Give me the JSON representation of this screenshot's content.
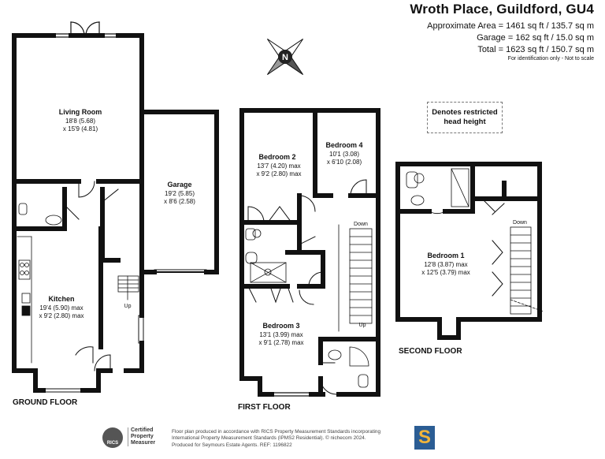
{
  "header": {
    "title": "Wroth Place, Guildford, GU4",
    "approx_area": "Approximate Area = 1461 sq ft / 135.7 sq m",
    "garage_area": "Garage = 162 sq ft / 15.0 sq m",
    "total_area": "Total = 1623 sq ft / 150.7 sq m",
    "note": "For identification only - Not to scale"
  },
  "compass": {
    "label": "N"
  },
  "restricted_legend": {
    "line1": "Denotes restricted",
    "line2": "head height"
  },
  "floors": {
    "ground": {
      "label": "GROUND FLOOR",
      "rooms": {
        "living": {
          "name": "Living Room",
          "dim1": "18'8 (5.68)",
          "dim2": "x 15'9 (4.81)"
        },
        "garage": {
          "name": "Garage",
          "dim1": "19'2 (5.85)",
          "dim2": "x 8'6 (2.58)"
        },
        "kitchen": {
          "name": "Kitchen",
          "dim1": "19'4 (5.90) max",
          "dim2": "x 9'2 (2.80) max"
        }
      },
      "stairs_label": "Up"
    },
    "first": {
      "label": "FIRST FLOOR",
      "rooms": {
        "bed2": {
          "name": "Bedroom 2",
          "dim1": "13'7 (4.20) max",
          "dim2": "x 9'2 (2.80) max"
        },
        "bed4": {
          "name": "Bedroom 4",
          "dim1": "10'1 (3.08)",
          "dim2": "x 6'10 (2.08)"
        },
        "bed3": {
          "name": "Bedroom 3",
          "dim1": "13'1 (3.99) max",
          "dim2": "x 9'1 (2.78) max"
        }
      },
      "stairs_down": "Down",
      "stairs_up": "Up"
    },
    "second": {
      "label": "SECOND FLOOR",
      "rooms": {
        "bed1": {
          "name": "Bedroom 1",
          "dim1": "12'8 (3.87) max",
          "dim2": "x 12'5 (3.79) max"
        }
      },
      "stairs_down": "Down"
    }
  },
  "footer": {
    "line1": "Floor plan produced in accordance with RICS Property Measurement Standards incorporating",
    "line2": "International Property Measurement Standards (IPMS2 Residential). © nichecom 2024.",
    "line3": "Produced for Seymours Estate Agents.  REF: 1196822",
    "rics_logo": "RICS",
    "rics_badge_1": "Certified",
    "rics_badge_2": "Property",
    "rics_badge_3": "Measurer",
    "agent_logo": "S"
  },
  "colors": {
    "wall": "#111111",
    "accent": "#2b5d94",
    "accent2": "#f2b53a"
  }
}
